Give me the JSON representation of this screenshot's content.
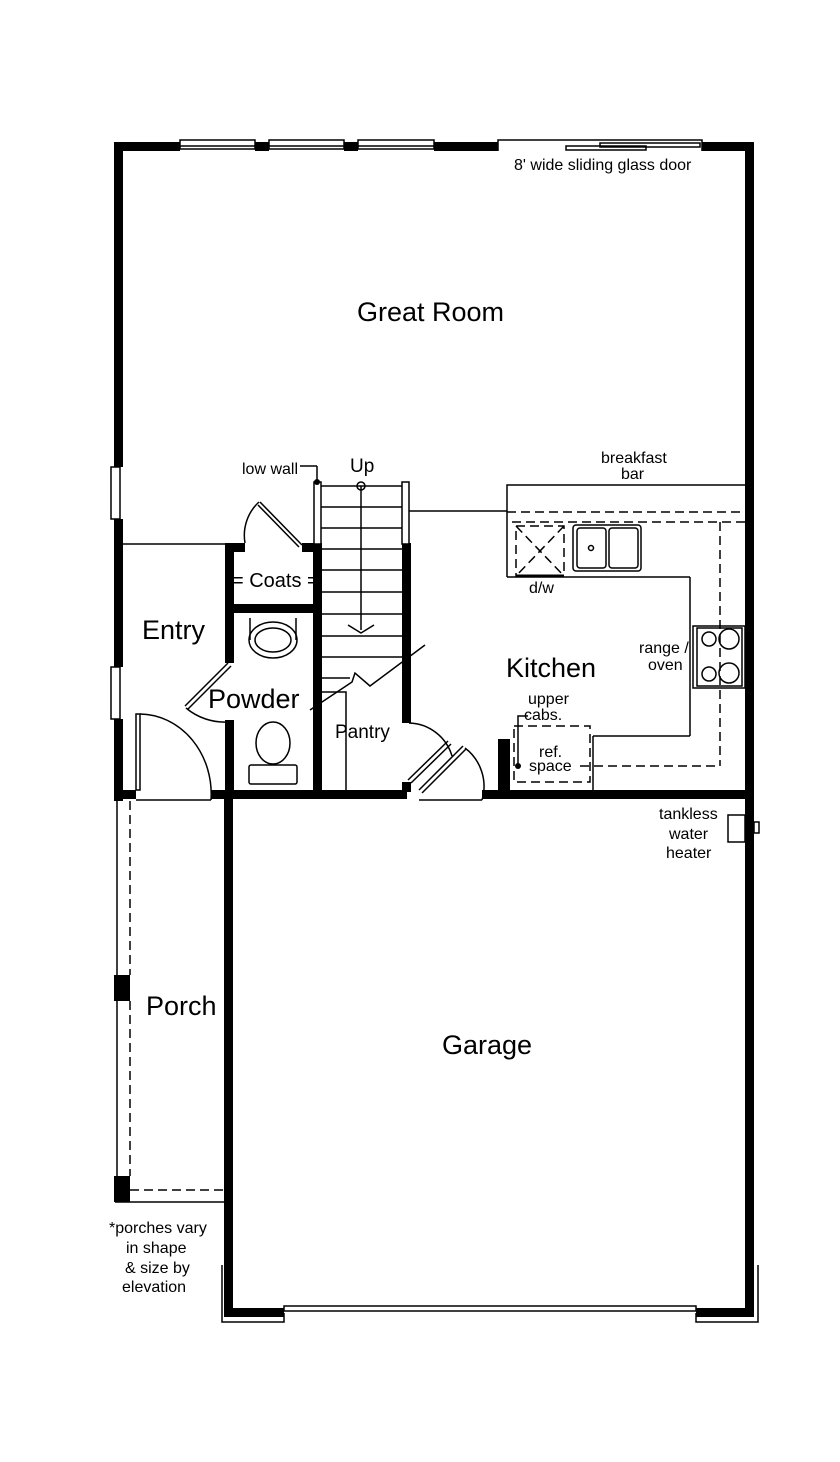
{
  "plan": {
    "wall_color": "#000000",
    "background": "#ffffff",
    "rooms": {
      "great_room": "Great Room",
      "entry": "Entry",
      "coats": "= Coats =",
      "powder": "Powder",
      "pantry": "Pantry",
      "kitchen": "Kitchen",
      "porch": "Porch",
      "garage": "Garage"
    },
    "annotations": {
      "sliding_door": "8' wide sliding glass door",
      "low_wall": "low wall",
      "stairs_up": "Up",
      "breakfast_bar_1": "breakfast",
      "breakfast_bar_2": "bar",
      "dishwasher": "d/w",
      "range_1": "range /",
      "range_2": "oven",
      "upper_cabs_1": "upper",
      "upper_cabs_2": "cabs.",
      "ref_1": "ref.",
      "ref_2": "space",
      "water_heater_1": "tankless",
      "water_heater_2": "water",
      "water_heater_3": "heater",
      "porch_note_1": "*porches vary",
      "porch_note_2": "in shape",
      "porch_note_3": "& size by",
      "porch_note_4": "elevation"
    }
  }
}
